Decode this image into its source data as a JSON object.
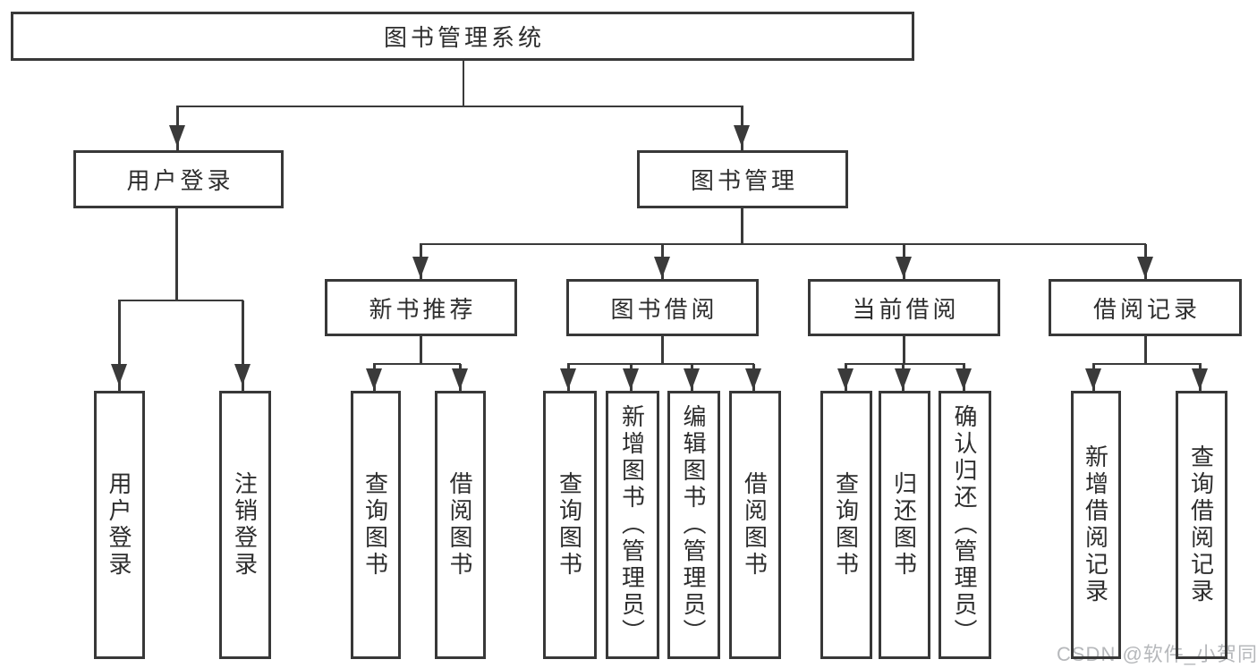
{
  "root": {
    "label": "图书管理系统"
  },
  "user_login": {
    "label": "用户登录",
    "children": [
      {
        "label": "用户登录"
      },
      {
        "label": "注销登录"
      }
    ]
  },
  "book_mgmt": {
    "label": "图书管理"
  },
  "new_books": {
    "label": "新书推荐",
    "children": [
      {
        "label": "查询图书"
      },
      {
        "label": "借阅图书"
      }
    ]
  },
  "book_borrow": {
    "label": "图书借阅",
    "children": [
      {
        "label": "查询图书"
      },
      {
        "label": "新增图书（管理员）"
      },
      {
        "label": "编辑图书（管理员）"
      },
      {
        "label": "借阅图书"
      }
    ]
  },
  "current_borrow": {
    "label": "当前借阅",
    "children": [
      {
        "label": "查询图书"
      },
      {
        "label": "归还图书"
      },
      {
        "label": "确认归还（管理员）"
      }
    ]
  },
  "borrow_records": {
    "label": "借阅记录",
    "children": [
      {
        "label": "新增借阅记录"
      },
      {
        "label": "查询借阅记录"
      }
    ]
  },
  "watermark": {
    "text": "CSDN @软件_小贺同学"
  },
  "colors": {
    "stroke": "#3a3a3a",
    "text": "#2d2d2d",
    "watermark": "#b6b8bb",
    "background": "#ffffff"
  }
}
